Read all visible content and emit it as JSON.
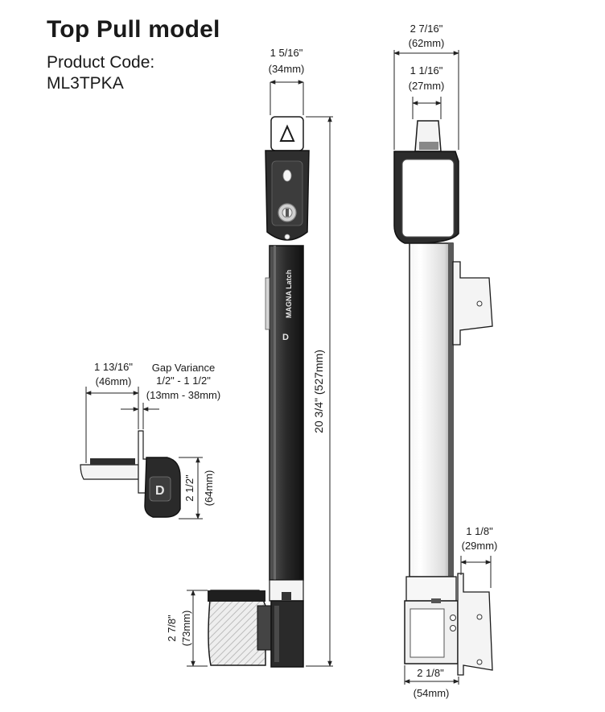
{
  "header": {
    "title": "Top Pull model",
    "code_label": "Product Code:",
    "code_value": "ML3TPKA"
  },
  "dimensions": {
    "front_top_width": {
      "frac": "1 5/16\"",
      "mm": "(34mm)"
    },
    "side_top_width": {
      "frac": "2 7/16\"",
      "mm": "(62mm)"
    },
    "side_knob_width": {
      "frac": "1 1/16\"",
      "mm": "(27mm)"
    },
    "overall_height": {
      "frac": "20 3/4\"",
      "mm": "(527mm)"
    },
    "base_height": {
      "frac": "2 7/8\"",
      "mm": "(73mm)"
    },
    "bracket_offset": {
      "frac": "1 1/8\"",
      "mm": "(29mm)"
    },
    "side_base_width": {
      "frac": "2 1/8\"",
      "mm": "(54mm)"
    },
    "detail_width": {
      "frac": "1 13/16\"",
      "mm": "(46mm)"
    },
    "detail_height": {
      "frac": "2 1/2\"",
      "mm": "(64mm)"
    },
    "gap_variance": {
      "label": "Gap Variance",
      "frac": "1/2\" - 1 1/2\"",
      "mm": "(13mm - 38mm)"
    }
  },
  "product": {
    "brand_label": "MAGNA Latch",
    "logo_letter": "D"
  },
  "colors": {
    "body": "#2b2b2b",
    "panel": "#f2f2f2",
    "outline": "#1a1a1a",
    "dim_line": "#222222"
  }
}
